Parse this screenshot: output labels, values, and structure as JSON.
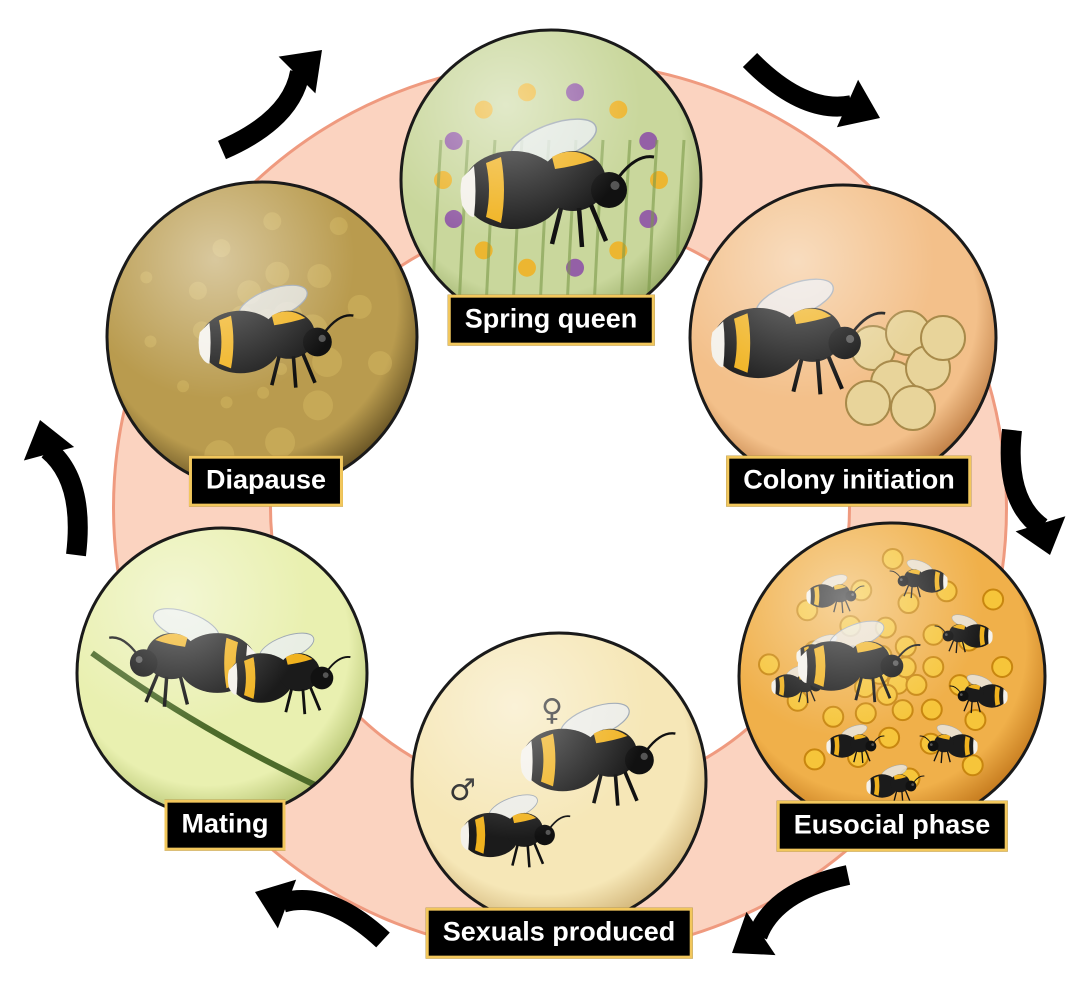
{
  "diagram": {
    "type": "life-cycle",
    "ring_color": "#fbd3c0",
    "ring_border_color": "#ef9a7f",
    "arrow_color": "#000000",
    "label_border_color": "#f2c75c",
    "stages": [
      {
        "id": "spring-queen",
        "label": "Spring queen",
        "scene": "queen bee among spring flowers",
        "bg": "#c9d79c",
        "bg_dark": "#8ea35a",
        "symbols": ""
      },
      {
        "id": "colony-initiation",
        "label": "Colony initiation",
        "scene": "queen bee incubating brood clump",
        "bg": "#f3c08a",
        "bg_dark": "#b06a2f",
        "symbols": ""
      },
      {
        "id": "eusocial-phase",
        "label": "Eusocial phase",
        "scene": "workers on honeycomb cells",
        "bg": "#f0b04a",
        "bg_dark": "#b86a10",
        "symbols": ""
      },
      {
        "id": "sexuals-produced",
        "label": "Sexuals produced",
        "scene": "male and new queen in flight",
        "bg": "#f6e7b7",
        "bg_dark": "#c9a96a",
        "symbols": "♀|♂"
      },
      {
        "id": "mating",
        "label": "Mating",
        "scene": "pair of bees mating on a grass stem",
        "bg": "#e9f0b0",
        "bg_dark": "#a8b860",
        "symbols": ""
      },
      {
        "id": "diapause",
        "label": "Diapause",
        "scene": "queen hibernating in soil",
        "bg": "#b99b4e",
        "bg_dark": "#4e3d17",
        "symbols": ""
      }
    ]
  }
}
